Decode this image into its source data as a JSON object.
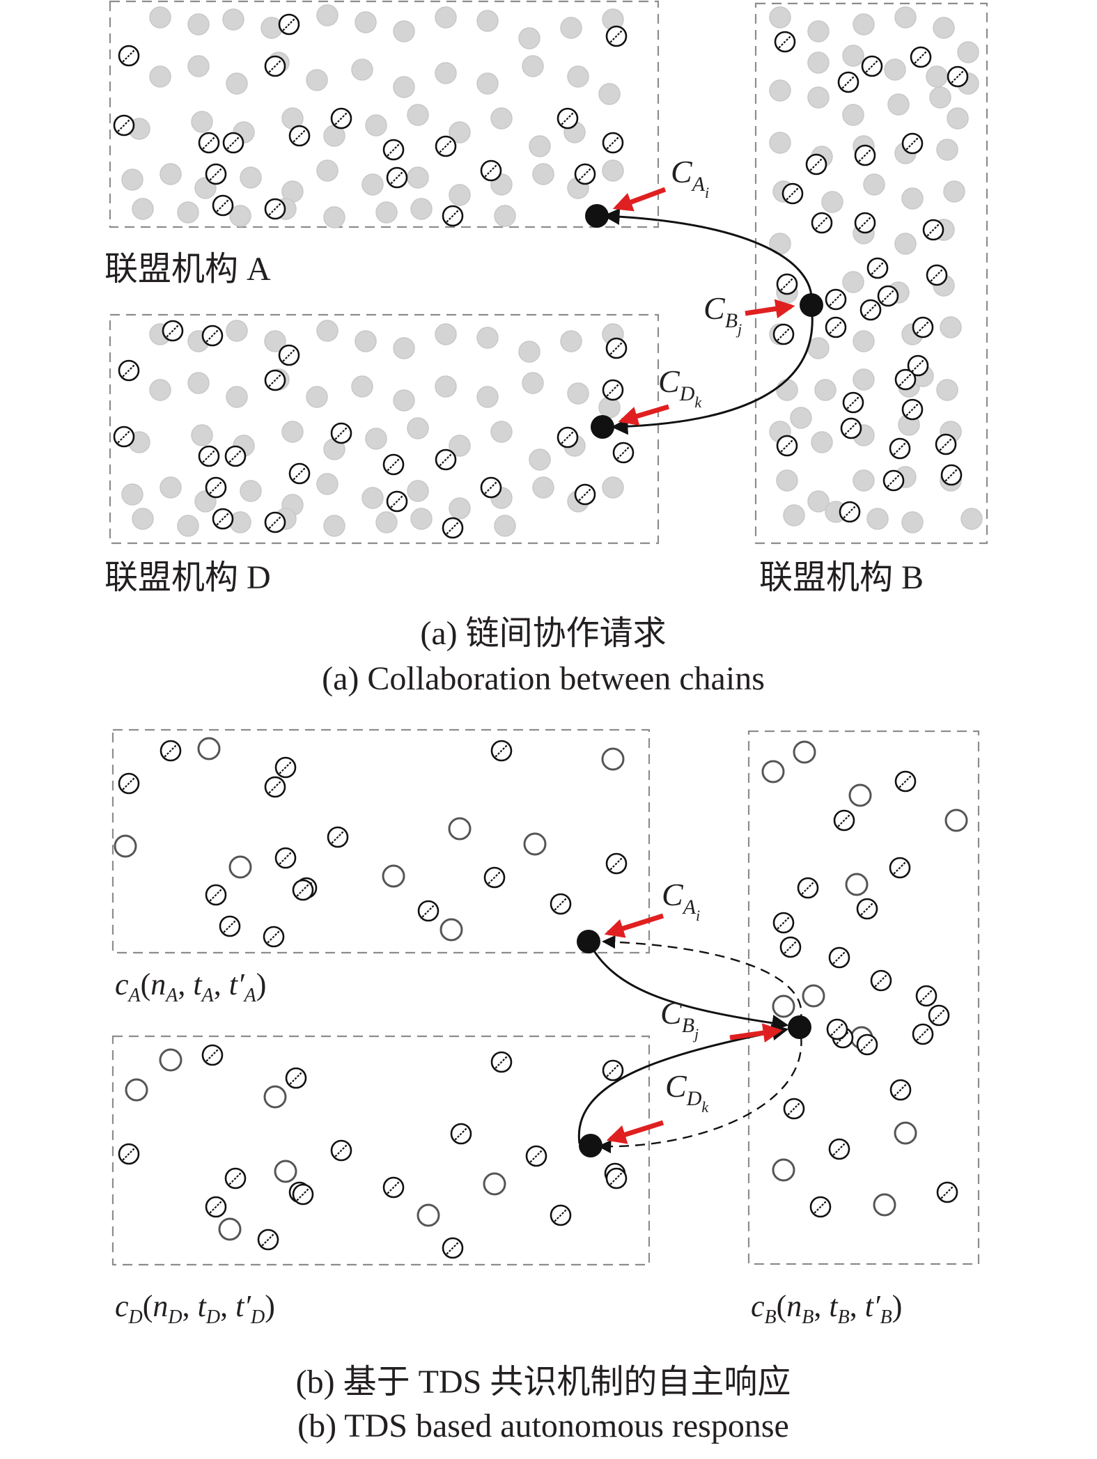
{
  "panel_a": {
    "org_a_label": "联盟机构 A",
    "org_d_label": "联盟机构 D",
    "org_b_label": "联盟机构 B",
    "node_a": {
      "main": "C",
      "sub": "A",
      "subsub": "i"
    },
    "node_b": {
      "main": "C",
      "sub": "B",
      "subsub": "j"
    },
    "node_d": {
      "main": "C",
      "sub": "D",
      "subsub": "k"
    },
    "caption_cn": "(a) 链间协作请求",
    "caption_en": "(a) Collaboration between chains"
  },
  "panel_b": {
    "node_a": {
      "main": "C",
      "sub": "A",
      "subsub": "i"
    },
    "node_b": {
      "main": "C",
      "sub": "B",
      "subsub": "j"
    },
    "node_d": {
      "main": "C",
      "sub": "D",
      "subsub": "k"
    },
    "tuple_a": {
      "c": "c",
      "sub": "A",
      "open": "(",
      "n": "n",
      "t": "t",
      "tp": "t′",
      "close": ")"
    },
    "tuple_d": {
      "c": "c",
      "sub": "D",
      "open": "(",
      "n": "n",
      "t": "t",
      "tp": "t′",
      "close": ")"
    },
    "tuple_b": {
      "c": "c",
      "sub": "B",
      "open": "(",
      "n": "n",
      "t": "t",
      "tp": "t′",
      "close": ")"
    },
    "caption_cn": "(b) 基于 TDS 共识机制的自主响应",
    "caption_en": "(b) TDS based autonomous response"
  },
  "colors": {
    "box_stroke": "#8c8c8c",
    "gray_node": "#d4d4d4",
    "hatched_node_stroke": "#111111",
    "open_node_stroke": "#555555",
    "highlight_node": "#111111",
    "pointer_arrow": "#e02020"
  }
}
